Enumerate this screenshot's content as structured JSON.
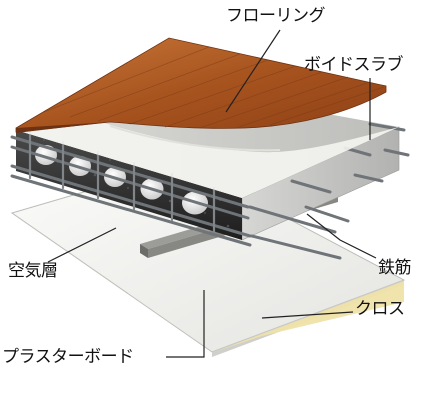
{
  "labels": {
    "flooring": "フローリング",
    "void_slab": "ボイドスラブ",
    "rebar": "鉄筋",
    "air_layer": "空気層",
    "cloth": "クロス",
    "plaster_board": "プラスターボード"
  },
  "colors": {
    "wood": "#b4612b",
    "wood_dark": "#7a3a16",
    "concrete": "#c8c8c6",
    "concrete_dark": "#2e2e2e",
    "rebar": "#6f7478",
    "void": "#f4f4f4",
    "board": "#f1f1ef",
    "cloth": "#efe2a6",
    "leader": "#222222"
  }
}
